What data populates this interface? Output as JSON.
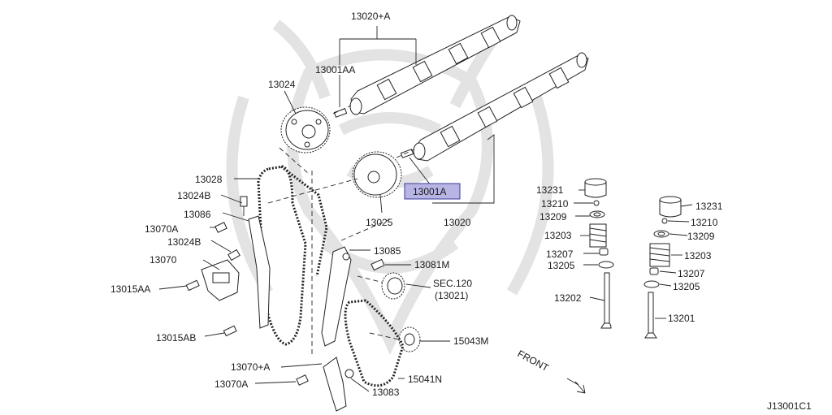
{
  "diagram_id": "J13001C1",
  "front_label": "FRONT",
  "selected_part": "13001A",
  "callouts": {
    "p13020A": "13020+A",
    "p13001AA": "13001AA",
    "p13024": "13024",
    "p13028": "13028",
    "p13024B_1": "13024B",
    "p13086": "13086",
    "p13070A_1": "13070A",
    "p13024B_2": "13024B",
    "p13070": "13070",
    "p13015AA": "13015AA",
    "p13015AB": "13015AB",
    "p13070plusA": "13070+A",
    "p13070A_2": "13070A",
    "p13083": "13083",
    "p15041N": "15041N",
    "p15043M": "15043M",
    "p13081M": "13081M",
    "p13085": "13085",
    "p13001A": "13001A",
    "p13025": "13025",
    "p13020": "13020",
    "p13231_l": "13231",
    "p13210_l": "13210",
    "p13209_l": "13209",
    "p13203_l": "13203",
    "p13207_l": "13207",
    "p13205_l": "13205",
    "p13202": "13202",
    "p13231_r": "13231",
    "p13210_r": "13210",
    "p13209_r": "13209",
    "p13203_r": "13203",
    "p13207_r": "13207",
    "p13205_r": "13205",
    "p13201": "13201"
  },
  "sec_reference": {
    "line1": "SEC.120",
    "line2": "(13021)"
  }
}
